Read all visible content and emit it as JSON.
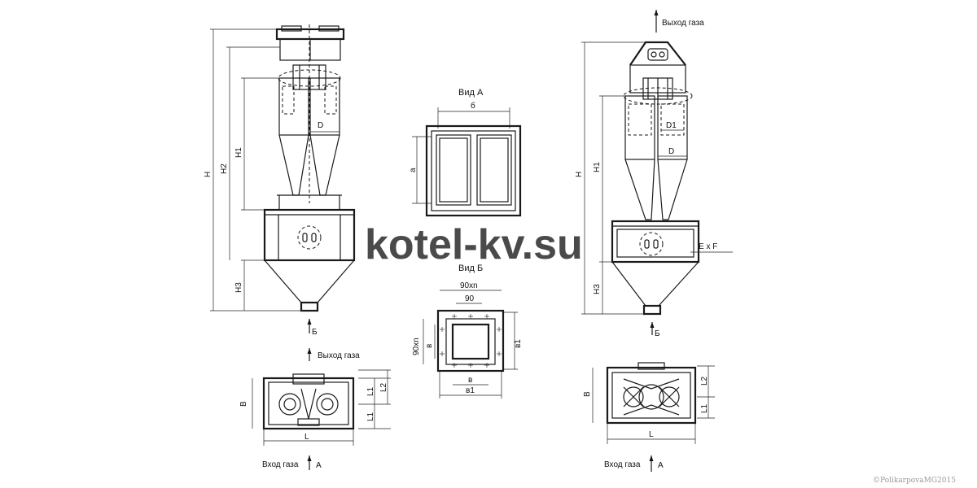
{
  "watermark": "kotel-kv.su",
  "copyright": "©PolikarpovaMG2015",
  "left_view": {
    "dims": {
      "H": "H",
      "H1": "H1",
      "H2": "H2",
      "H3": "H3",
      "D": "D"
    },
    "arrow_b": "Б"
  },
  "left_plan": {
    "gas_out": "Выход газа",
    "gas_in": "Вход газа",
    "arrow_a": "А",
    "dims": {
      "B": "B",
      "L": "L",
      "L1_top": "L1",
      "L2": "L2",
      "L1_bottom": "L1"
    }
  },
  "view_a": {
    "title": "Вид А",
    "dim_b": "б",
    "dim_a": "а"
  },
  "view_b": {
    "title": "Вид Б",
    "dim_90xn_top": "90хn",
    "dim_90": "90",
    "dim_90xn_side": "90хn",
    "dim_v_inner": "в",
    "dim_v_bottom": "в",
    "dim_v1_bottom": "в1",
    "dim_v1_side": "в1"
  },
  "right_view": {
    "gas_out": "Выход газа",
    "dims": {
      "H": "H",
      "H1": "H1",
      "H3": "H3",
      "D1": "D1",
      "D": "D",
      "ExF": "E x F"
    },
    "arrow_b": "Б"
  },
  "right_plan": {
    "gas_in": "Вход газа",
    "arrow_a": "А",
    "dims": {
      "B": "B",
      "L": "L",
      "L2": "L2",
      "L1": "L1"
    }
  }
}
